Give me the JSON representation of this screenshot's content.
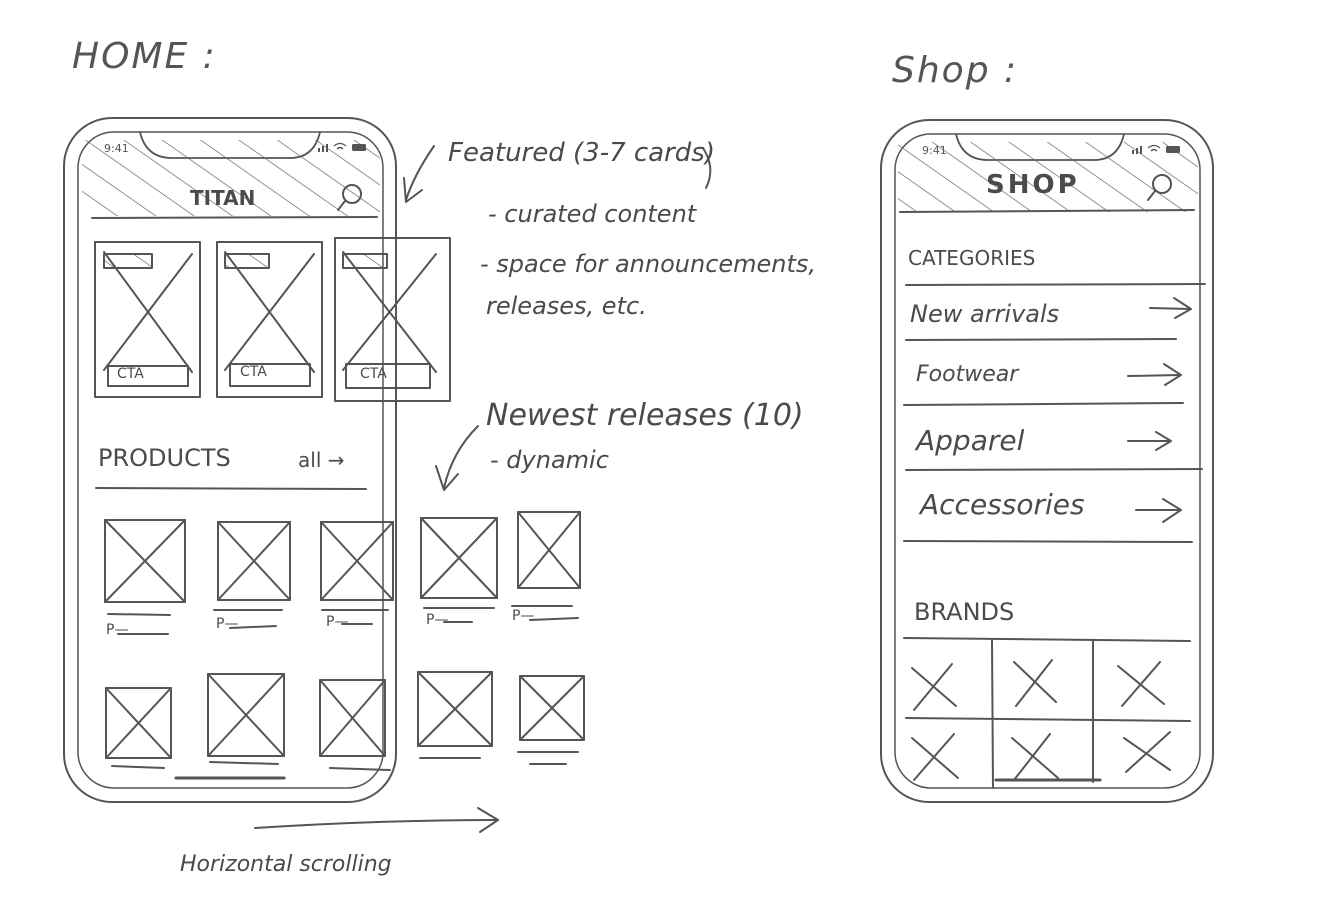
{
  "home": {
    "screen_label": "HOME :",
    "status_time": "9:41",
    "app_title": "TITAN",
    "cta_label": "CTA",
    "products_header": "PRODUCTS",
    "all_link": "all →",
    "product_price_stub": "P—"
  },
  "shop": {
    "screen_label": "Shop :",
    "status_time": "9:41",
    "title": "SHOP",
    "categories_header": "CATEGORIES",
    "categories": [
      {
        "label": "New arrivals"
      },
      {
        "label": "Footwear"
      },
      {
        "label": "Apparel"
      },
      {
        "label": "Accessories"
      }
    ],
    "arrow": "→",
    "brands_header": "BRANDS"
  },
  "annotations": {
    "featured_title": "Featured (3-7 cards)",
    "featured_line1": "- curated content",
    "featured_line2": "- space for announcements,",
    "featured_line3": "releases, etc.",
    "newest_title": "Newest releases (10)",
    "newest_line1": "- dynamic",
    "scroll_note": "Horizontal scrolling"
  },
  "icons": [
    "search-icon",
    "wifi-icon",
    "battery-icon",
    "signal-icon",
    "arrow-right-icon",
    "image-placeholder-icon"
  ]
}
